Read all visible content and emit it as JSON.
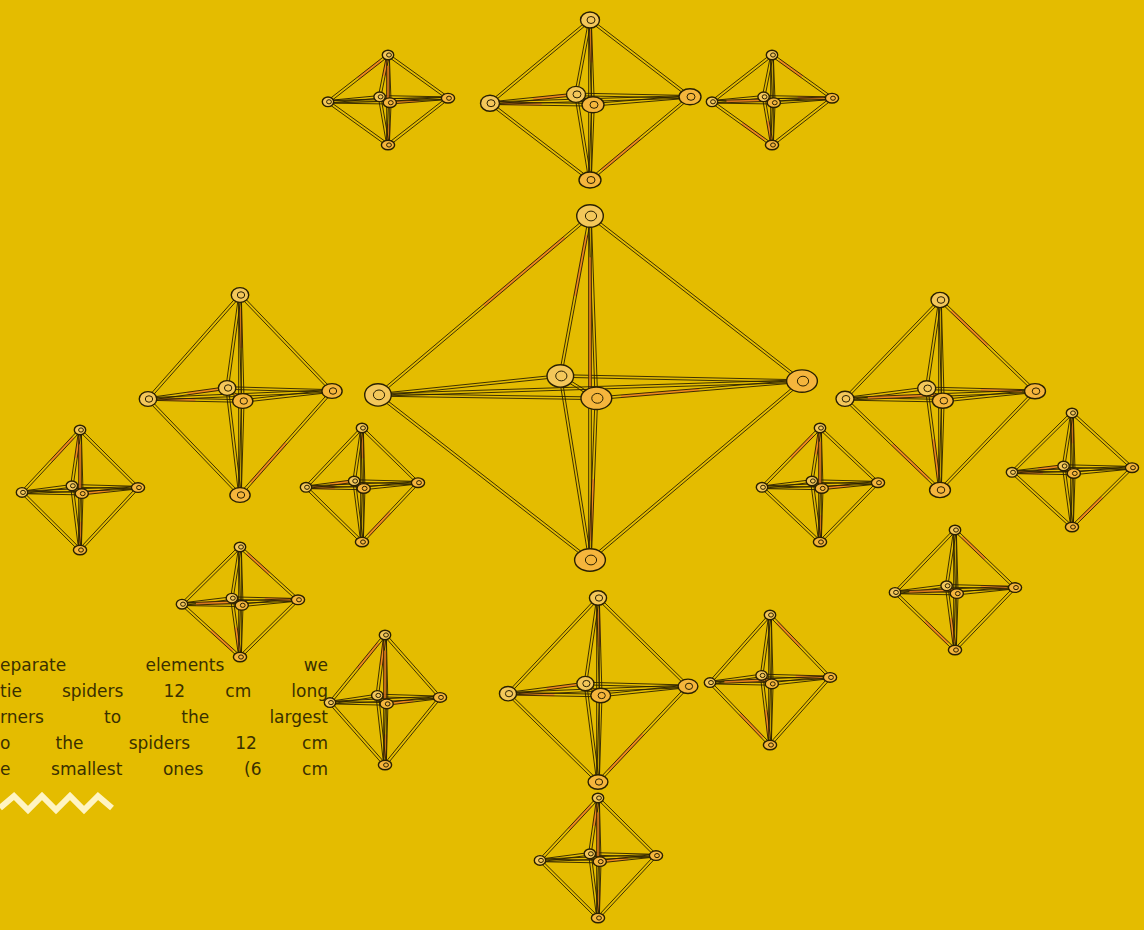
{
  "diagram": {
    "labels": [
      "eparate elements we",
      "tie spiders 12 cm long",
      "rners to the largest",
      "o the spiders 12 cm",
      "e smallest ones (6 cm"
    ]
  }
}
